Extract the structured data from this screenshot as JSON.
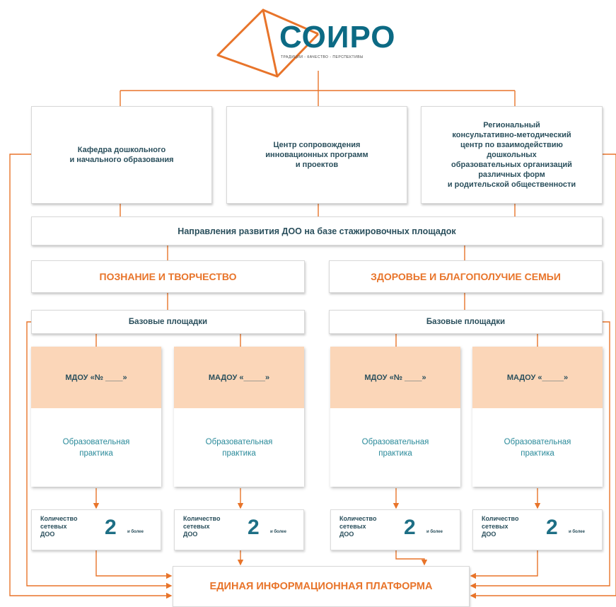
{
  "logo": {
    "name": "СОИРО",
    "tagline": "ТРАДИЦИИ - КАЧЕСТВО - ПЕРСПЕКТИВЫ"
  },
  "departments": [
    {
      "label": "Кафедра дошкольного\nи начального образования"
    },
    {
      "label": "Центр сопровождения\nинновационных программ\nи проектов"
    },
    {
      "label": "Региональный\nконсультативно-методический\nцентр по взаимодействию\nдошкольных\nобразовательных организаций\nразличных форм\nи родительской общественности"
    }
  ],
  "directions_title": "Направления развития ДОО на базе стажировочных площадок",
  "directions": [
    {
      "title": "ПОЗНАНИЕ И ТВОРЧЕСТВО",
      "base_label": "Базовые площадки",
      "sites": [
        {
          "name": "МДОУ «№ ____»",
          "practice": "Образовательная\nпрактика",
          "count_label": "Количество\nсетевых\nДОО",
          "count": "2",
          "count_suffix": "и более"
        },
        {
          "name": "МАДОУ «_____»",
          "practice": "Образовательная\nпрактика",
          "count_label": "Количество\nсетевых\nДОО",
          "count": "2",
          "count_suffix": "и более"
        }
      ]
    },
    {
      "title": "ЗДОРОВЬЕ И БЛАГОПОЛУЧИЕ СЕМЬИ",
      "base_label": "Базовые площадки",
      "sites": [
        {
          "name": "МДОУ «№ ____»",
          "practice": "Образовательная\nпрактика",
          "count_label": "Количество\nсетевых\nДОО",
          "count": "2",
          "count_suffix": "и более"
        },
        {
          "name": "МАДОУ «_____»",
          "practice": "Образовательная\nпрактика",
          "count_label": "Количество\nсетевых\nДОО",
          "count": "2",
          "count_suffix": "и более"
        }
      ]
    }
  ],
  "platform": "ЕДИНАЯ ИНФОРМАЦИОННАЯ ПЛАТФОРМА",
  "colors": {
    "accent": "#e8742a",
    "brand": "#0c6a84",
    "card_header": "#fbd6b8",
    "text": "#2a4f5c"
  }
}
